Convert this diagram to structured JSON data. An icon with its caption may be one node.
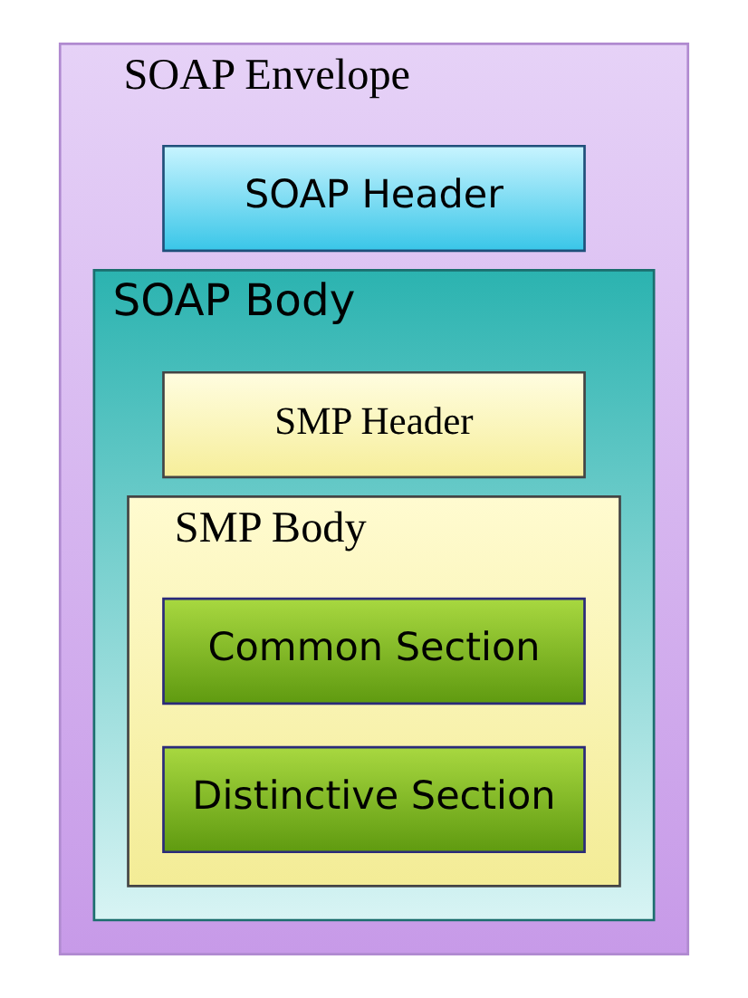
{
  "diagram": {
    "nodes": [
      {
        "text": [
          "SOAP Envelope"
        ]
      },
      {
        "text": [
          "SOAP Header"
        ],
        "in": 0
      },
      {
        "text": [
          "SOAP Body"
        ],
        "in": 0
      },
      {
        "text": [
          "SMP Header"
        ],
        "in": 2
      },
      {
        "text": [
          "SMP Body"
        ],
        "in": 2
      },
      {
        "text": [
          "Common Section"
        ],
        "in": 4
      },
      {
        "text": [
          "Distinctive Section"
        ],
        "in": 4
      }
    ]
  }
}
